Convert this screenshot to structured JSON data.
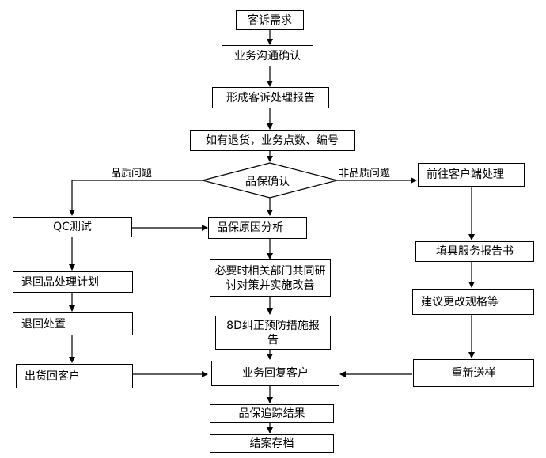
{
  "nodes": {
    "complaint_request": "客诉需求",
    "business_confirm": "业务沟通确认",
    "form_report": "形成客诉处理报告",
    "return_goods": "如有退货，业务点数、编号",
    "qa_confirm": "品保确认",
    "qc_test": "QC测试",
    "qa_cause_analysis": "品保原因分析",
    "go_customer": "前往客户端处理",
    "return_plan": "退回品处理计划",
    "joint_study": "必要时相关部门共同研讨对策并实施改善",
    "service_report": "填具服务报告书",
    "return_handling": "退回处置",
    "corrective_8d": "8D纠正预防措施报告",
    "suggest_spec": "建议更改规格等",
    "ship_back": "出货回客户",
    "business_reply": "业务回复客户",
    "resend_sample": "重新送样",
    "qa_track": "品保追踪结果",
    "archive": "结案存档"
  },
  "edge_labels": {
    "quality_issue": "品质问题",
    "non_quality_issue": "非品质问题"
  }
}
